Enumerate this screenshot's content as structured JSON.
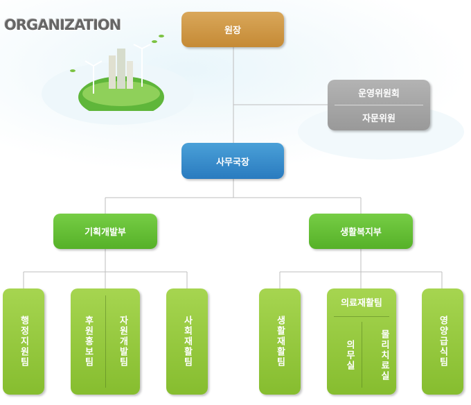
{
  "title": "ORGANIZATION",
  "nodes": {
    "director": "원장",
    "committee_top": "운영위원회",
    "committee_bottom": "자문위원",
    "secretary": "사무국장",
    "dept_left": "기획개발부",
    "dept_right": "생활복지부",
    "team_admin": "행정지원팀",
    "team_sponsor": "후원홍보팀",
    "team_resource": "자원개발팀",
    "team_social": "사회재활팀",
    "team_life": "생활재활팀",
    "team_medical": "의료재활팀",
    "team_medical_sub1": "의무실",
    "team_medical_sub2": "물리치료실",
    "team_nutrition": "영양급식팀"
  },
  "colors": {
    "director": "#c99443",
    "secretary": "#3889cb",
    "committee": "#a6a6a6",
    "department": "#62bb30",
    "team": "#94c73e",
    "line": "#bdbdbd"
  }
}
